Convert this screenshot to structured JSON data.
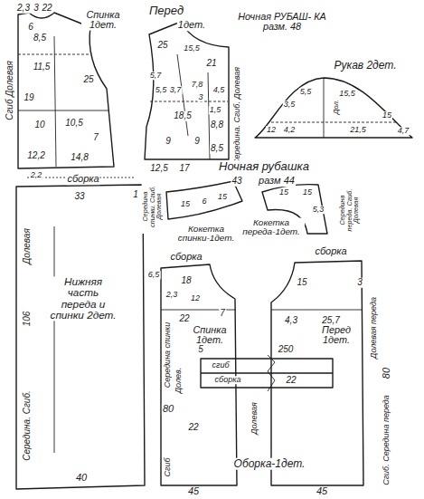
{
  "diagram": {
    "nodes": [
      {
        "text": [
          "Спинка 1дет.",
          "Сгиб Долевая"
        ]
      },
      {
        "text": [
          "Перед",
          "1дет.",
          "Середина. Сгиб. Долевая"
        ]
      },
      {
        "text": [
          "Рукав 2дет.",
          "Дол."
        ]
      },
      {
        "text": [
          "Нижняя часть переда и спинки 2дет.",
          "Середина. Сгиб.",
          "Долевая"
        ]
      },
      {
        "text": [
          "Середина спинки. Сгиб. Долевая",
          "Кокетка спинки-1дет."
        ]
      },
      {
        "text": [
          "Кокетка переда-1дет.",
          "Середина переда. Сгиб. Долевая"
        ]
      },
      {
        "text": [
          "сборка",
          "Спинка 1дет.",
          "Середина спинки",
          "Долев.",
          "Сгиб"
        ]
      },
      {
        "text": [
          "сборка",
          "Перед 1дет."
        ]
      },
      {
        "text": [
          "сгиб",
          "сборка",
          "Оборка-1дет."
        ]
      }
    ],
    "labels": [
      "2,3",
      "3",
      "22",
      "6",
      "8,5",
      "11,5",
      "25",
      "19",
      "10",
      "10,5",
      "7",
      "12,2",
      "14,8",
      "2,2",
      "сборка",
      "33",
      "1",
      "106",
      "40",
      "Ночная РУБАШ- КА разм. 48",
      "25",
      "15,5",
      "21",
      "5,7",
      "5,5",
      "3,7",
      "7,8",
      "3",
      "1,5",
      "4,5",
      "18,5",
      "8,8",
      "9",
      "9",
      "8,5",
      "12,5",
      "17",
      "3,5",
      "5,5",
      "15,5",
      "12",
      "4,2",
      "21,5",
      "15",
      "4,7",
      "Ночная рубашка",
      "43",
      "разм 44",
      "15",
      "6",
      "15",
      "15",
      "5,3",
      "15",
      "6,5",
      "18",
      "2,3",
      "12",
      "7",
      "22",
      "5",
      "80",
      "22",
      "250",
      "45",
      "Долевая",
      "15",
      "4,3",
      "25,7",
      "3",
      "22",
      "45",
      "Долевая переда",
      "80",
      "Сгиб. Середина переда"
    ]
  }
}
